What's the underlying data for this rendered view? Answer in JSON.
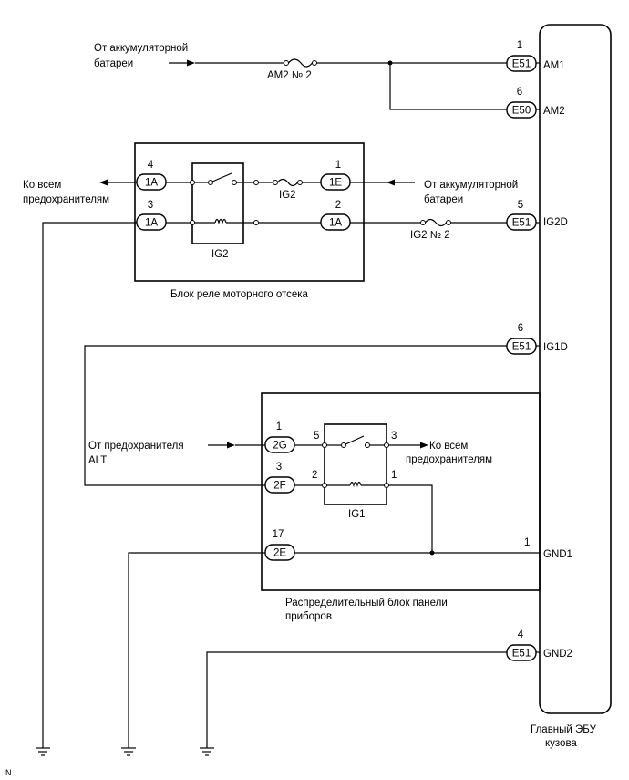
{
  "ecu": {
    "label_line1": "Главный ЭБУ",
    "label_line2": "кузова"
  },
  "ecu_terminals": {
    "am1": "AM1",
    "am2": "AM2",
    "ig2d": "IG2D",
    "ig1d": "IG1D",
    "gnd1": "GND1",
    "gnd2": "GND2"
  },
  "connectors": {
    "e51_am1": {
      "code": "E51",
      "pin": "1"
    },
    "e50_am2": {
      "code": "E50",
      "pin": "6"
    },
    "e51_ig2d": {
      "code": "E51",
      "pin": "5"
    },
    "e51_ig1d": {
      "code": "E51",
      "pin": "6"
    },
    "e51_gnd2": {
      "code": "E51",
      "pin": "4"
    },
    "r1a_top": {
      "code": "1A",
      "pin": "4"
    },
    "r1a_bottom": {
      "code": "1A",
      "pin": "3"
    },
    "r1e": {
      "code": "1E",
      "pin": "1"
    },
    "r1a_right": {
      "code": "1A",
      "pin": "2"
    },
    "j2g": {
      "code": "2G",
      "pin": "1"
    },
    "j2f": {
      "code": "2F",
      "pin": "3"
    },
    "j2e": {
      "code": "2E",
      "pin": "17"
    }
  },
  "text": {
    "battery_top_1": "От аккумуляторной",
    "battery_top_2": "батареи",
    "fuse_am2": "AM2 № 2",
    "all_fuses_left_1": "Ко всем",
    "all_fuses_left_2": "предохранителям",
    "battery_right_1": "От аккумуляторной",
    "battery_right_2": "батареи",
    "fuse_ig2_inner": "IG2",
    "relay_ig2": "IG2",
    "fuse_ig2_no2": "IG2 № 2",
    "engine_relay_block": "Блок реле моторного отсека",
    "alt_fuse_1": "От предохранителя",
    "alt_fuse_2": "ALT",
    "all_fuses_right_1": "Ко всем",
    "all_fuses_right_2": "предохранителям",
    "relay_ig1": "IG1",
    "ig1_pin5": "5",
    "ig1_pin3": "3",
    "ig1_pin2": "2",
    "ig1_pin1": "1",
    "gnd1_pin": "1",
    "instrument_block_1": "Распределительный блок панели",
    "instrument_block_2": "приборов",
    "corner_mark": "N"
  }
}
